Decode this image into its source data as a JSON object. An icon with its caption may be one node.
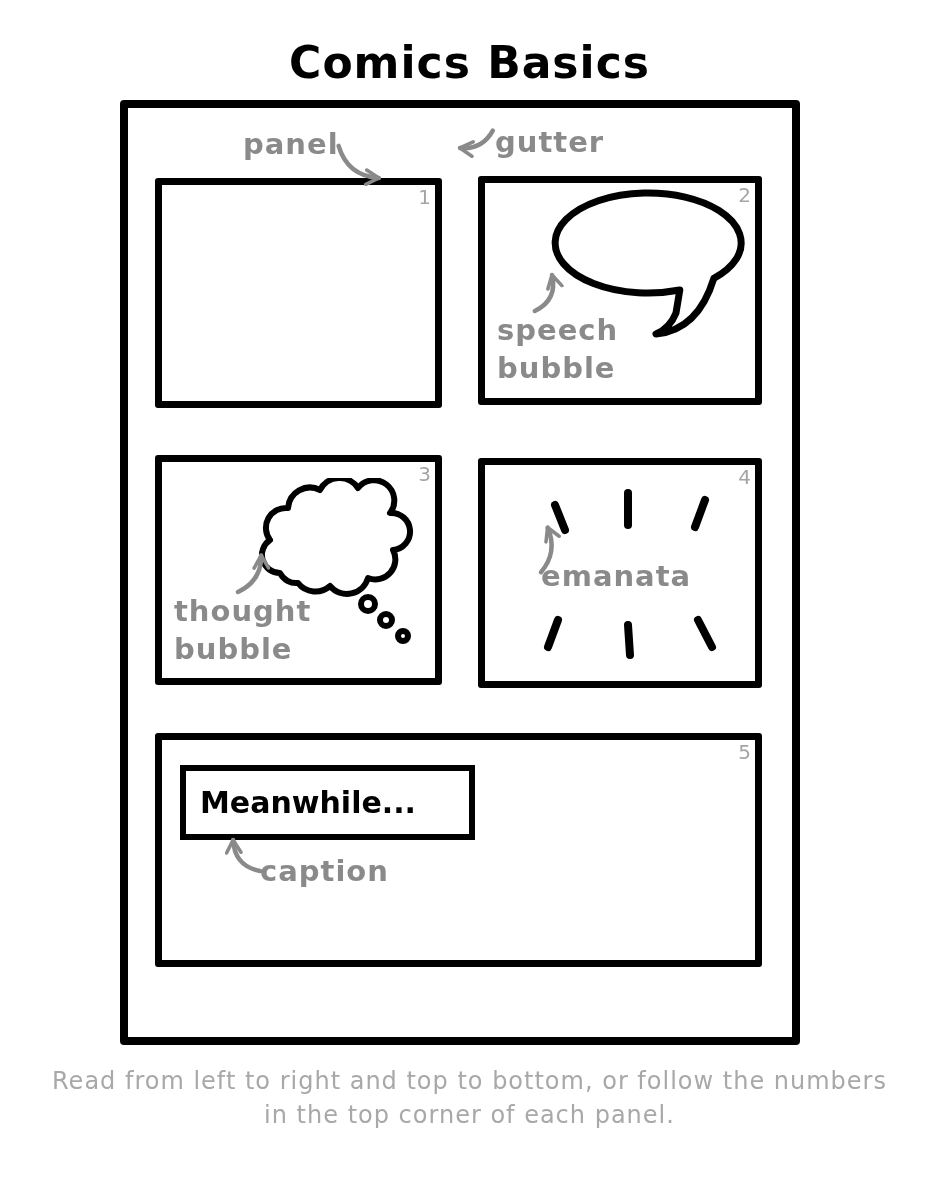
{
  "diagram": {
    "title": "Comics Basics",
    "nodes": [
      {
        "text": [],
        "shape": "box"
      },
      {
        "text": [
          "1"
        ],
        "in": 0
      },
      {
        "text": [
          "2"
        ],
        "in": 0
      },
      {
        "text": [],
        "shape": "bubble",
        "in": 2
      },
      {
        "text": [
          "3"
        ],
        "in": 0
      },
      {
        "text": [],
        "shape": "cloud",
        "in": 4
      },
      {
        "text": [
          "4"
        ],
        "in": 0
      },
      {
        "text": [
          "5"
        ],
        "in": 0
      },
      {
        "text": [
          "Meanwhile..."
        ],
        "in": 7
      },
      {
        "text": [
          "panel"
        ],
        "in": 0
      },
      {
        "text": [
          "gutter"
        ],
        "in": 0
      },
      {
        "text": [
          "speech bubble"
        ],
        "in": 2
      },
      {
        "text": [
          "thought bubble"
        ],
        "in": 4
      },
      {
        "text": [],
        "shape": "lines",
        "in": 6
      },
      {
        "text": [],
        "shape": "lines",
        "in": 6
      },
      {
        "text": [
          "emanata"
        ],
        "in": 6
      },
      {
        "text": [
          "caption"
        ],
        "in": 7
      }
    ],
    "edges": [
      {
        "from": 9,
        "to": 1,
        "arrow": "to"
      },
      {
        "from": 10,
        "to": null,
        "arrow": "to"
      },
      {
        "from": 11,
        "to": 3,
        "arrow": "to"
      },
      {
        "from": 12,
        "to": 5,
        "arrow": "to"
      },
      {
        "from": 15,
        "to": 13,
        "arrow": "to"
      },
      {
        "from": 16,
        "to": 8,
        "arrow": "to"
      }
    ],
    "caption": "Read from left to right and top to bottom, or follow the numbers in the top corner of each panel."
  }
}
